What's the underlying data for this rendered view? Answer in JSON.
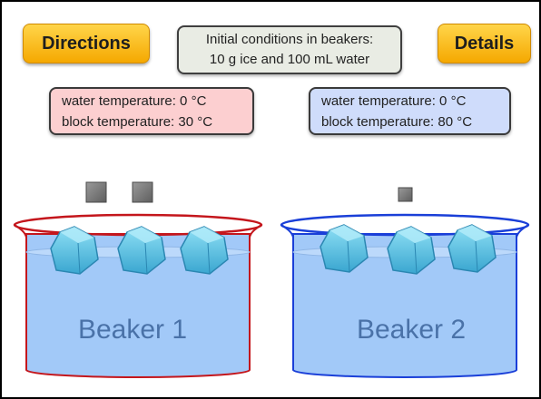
{
  "buttons": {
    "directions_label": "Directions",
    "details_label": "Details"
  },
  "initial_conditions": {
    "line1": "Initial conditions in beakers:",
    "line2": "10 g ice and 100 mL water"
  },
  "beakers": [
    {
      "water_temp": "water temperature: 0 °C",
      "block_temp": "block temperature: 30 °C",
      "label": "Beaker 1",
      "rim_color": "#c4161c"
    },
    {
      "water_temp": "water temperature: 0 °C",
      "block_temp": "block temperature: 80 °C",
      "label": "Beaker 2",
      "rim_color": "#1a3fd8"
    }
  ],
  "colors": {
    "water": "#a2c9f8",
    "ice": "#6cc6e6",
    "button": "#f8b800",
    "block": "#777777"
  }
}
